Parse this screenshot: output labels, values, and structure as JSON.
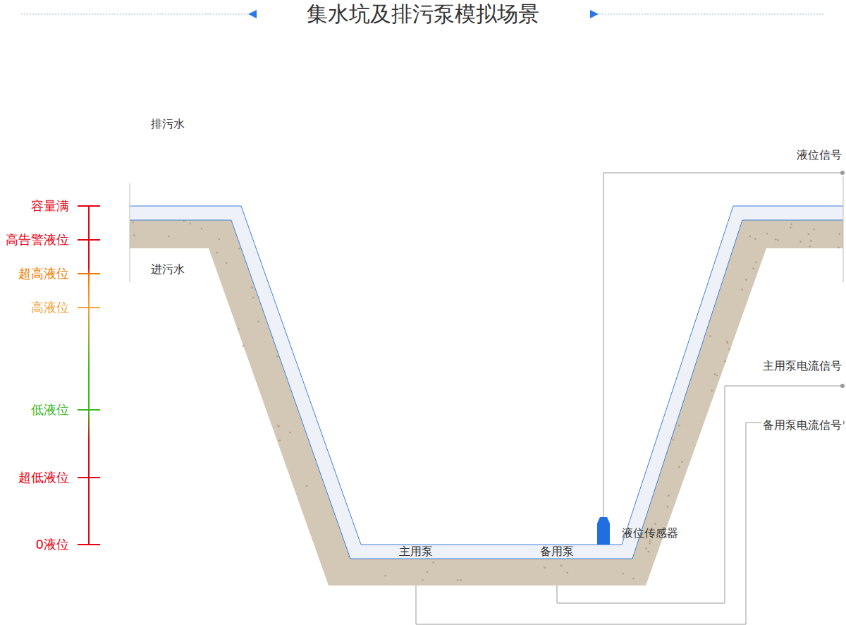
{
  "diagram": {
    "title": "集水坑及排污泵模拟场景",
    "labels": [
      "排污水",
      "进污水",
      "容量满",
      "高告警液位",
      "超高液位",
      "高液位",
      "低液位",
      "超低液位",
      "0液位",
      "液位信号",
      "主用泵电流信号",
      "备用泵电流信号",
      "主用泵",
      "备用泵",
      "液位传感器"
    ]
  }
}
